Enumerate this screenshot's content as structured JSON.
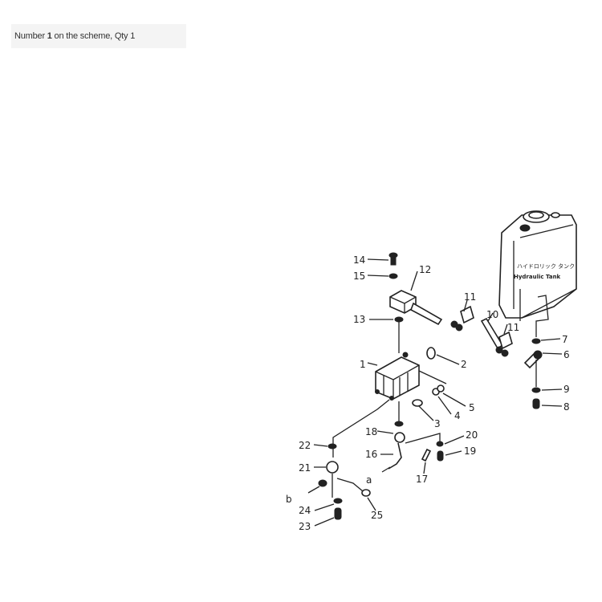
{
  "caption": {
    "prefix": "Number ",
    "number": "1",
    "suffix": " on the scheme, Qty 1"
  },
  "diagram": {
    "tank_label_jp": "ハイドロリック タンク",
    "tank_label_en": "Hydraulic Tank",
    "callouts": [
      "1",
      "2",
      "3",
      "4",
      "5",
      "6",
      "7",
      "8",
      "9",
      "10",
      "11",
      "11",
      "12",
      "13",
      "14",
      "15",
      "16",
      "17",
      "18",
      "19",
      "20",
      "21",
      "22",
      "23",
      "24",
      "25",
      "a",
      "b"
    ]
  }
}
